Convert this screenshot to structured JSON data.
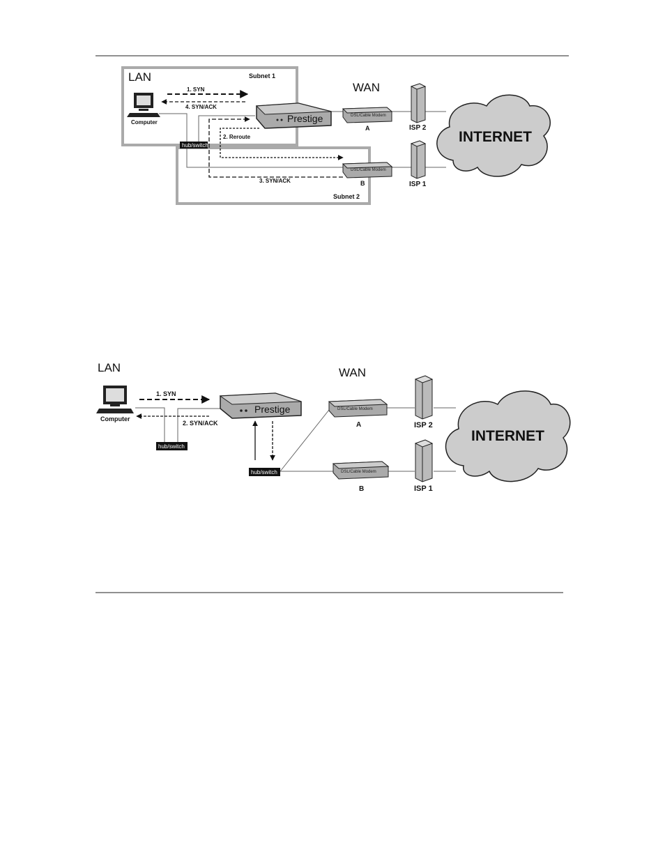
{
  "diagram_top": {
    "lan": "LAN",
    "wan": "WAN",
    "subnet1": "Subnet 1",
    "subnet2": "Subnet 2",
    "computer": "Computer",
    "hub": "hub/switch",
    "router": "Prestige",
    "modem_a_text": "DSL/Cable Modem",
    "modem_b_text": "DSL/Cable Modem",
    "modem_a_label": "A",
    "modem_b_label": "B",
    "isp2": "ISP 2",
    "isp1": "ISP 1",
    "internet": "INTERNET",
    "step1": "1. SYN",
    "step2": "2. Reroute",
    "step3": "3. SYN/ACK",
    "step4": "4. SYN/ACK"
  },
  "diagram_bottom": {
    "lan": "LAN",
    "wan": "WAN",
    "computer": "Computer",
    "hub1": "hub/switch",
    "hub2": "hub/switch",
    "router": "Prestige",
    "modem_a_text": "DSL/Cable Modem",
    "modem_b_text": "DSL/Cable Modem",
    "modem_a_label": "A",
    "modem_b_label": "B",
    "isp2": "ISP 2",
    "isp1": "ISP 1",
    "internet": "INTERNET",
    "step1": "1. SYN",
    "step2": "2. SYN/ACK"
  }
}
